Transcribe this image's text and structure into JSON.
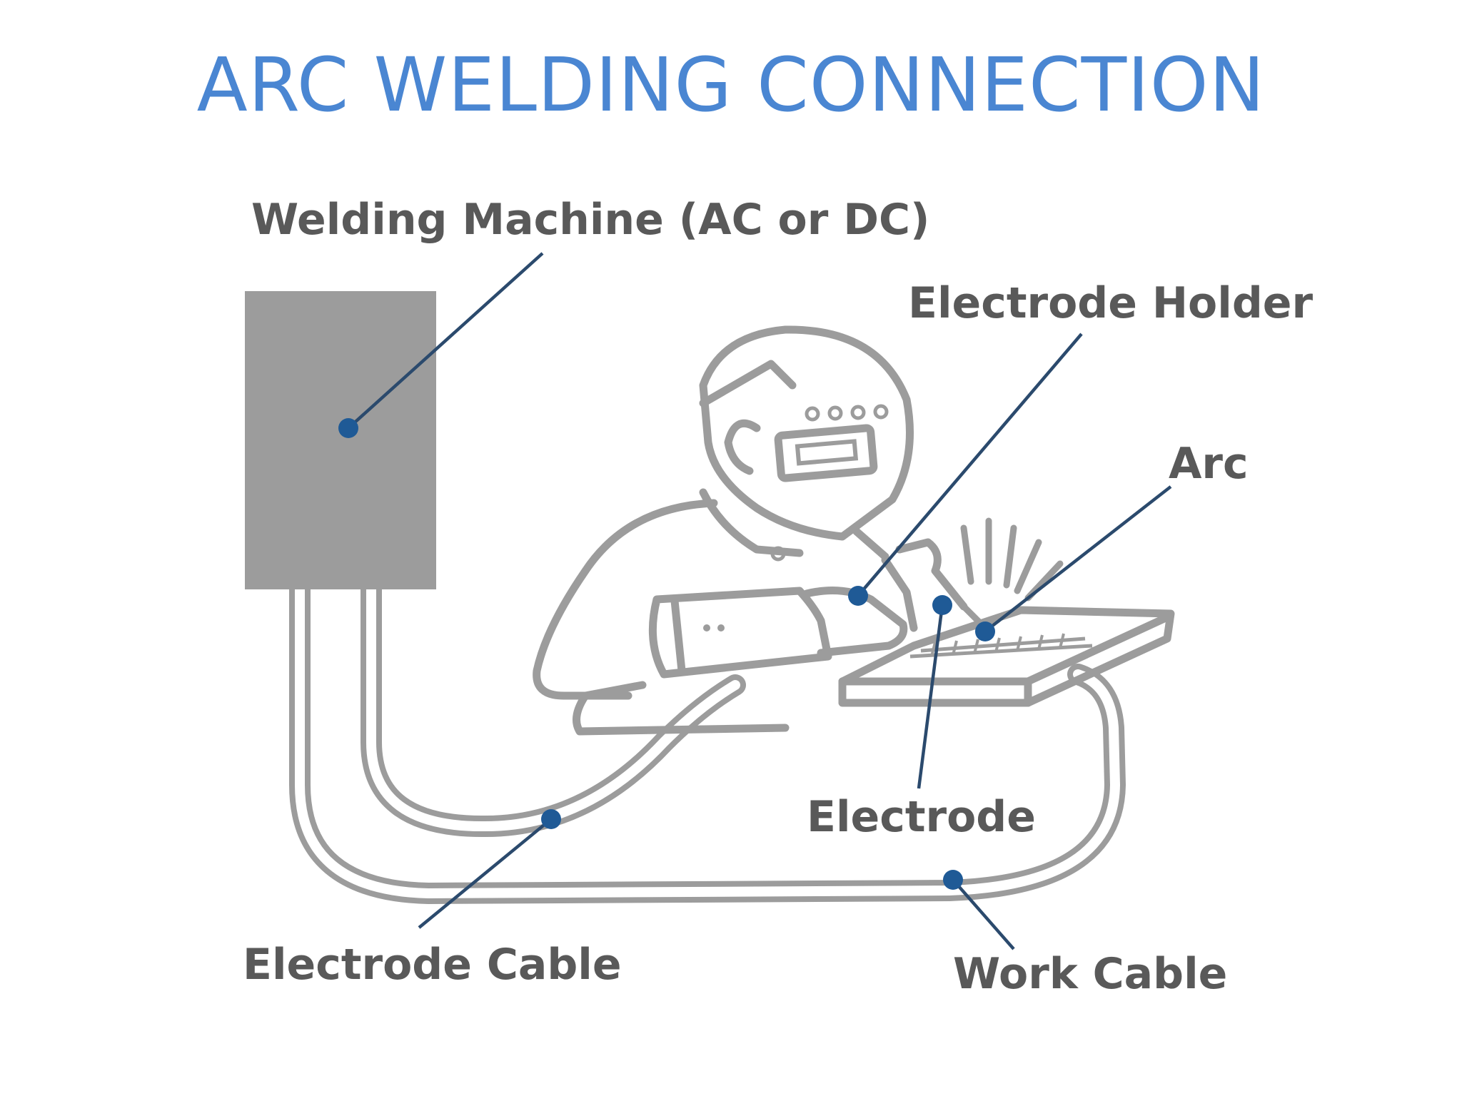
{
  "title": "ARC WELDING CONNECTION",
  "labels": {
    "machine": "Welding Machine (AC or DC)",
    "holder": "Electrode Holder",
    "arc": "Arc",
    "electrode": "Electrode",
    "electrode_cable": "Electrode Cable",
    "work_cable": "Work Cable"
  },
  "icons": [
    "welding-machine-icon",
    "welder-icon",
    "welding-helmet-icon",
    "workpiece-icon",
    "arc-sparks-icon"
  ],
  "colors": {
    "title": "#4a86d2",
    "label_text": "#595959",
    "machine": "#9c9c9c",
    "outline": "#9c9c9c",
    "pointer": "#1f5a96"
  }
}
